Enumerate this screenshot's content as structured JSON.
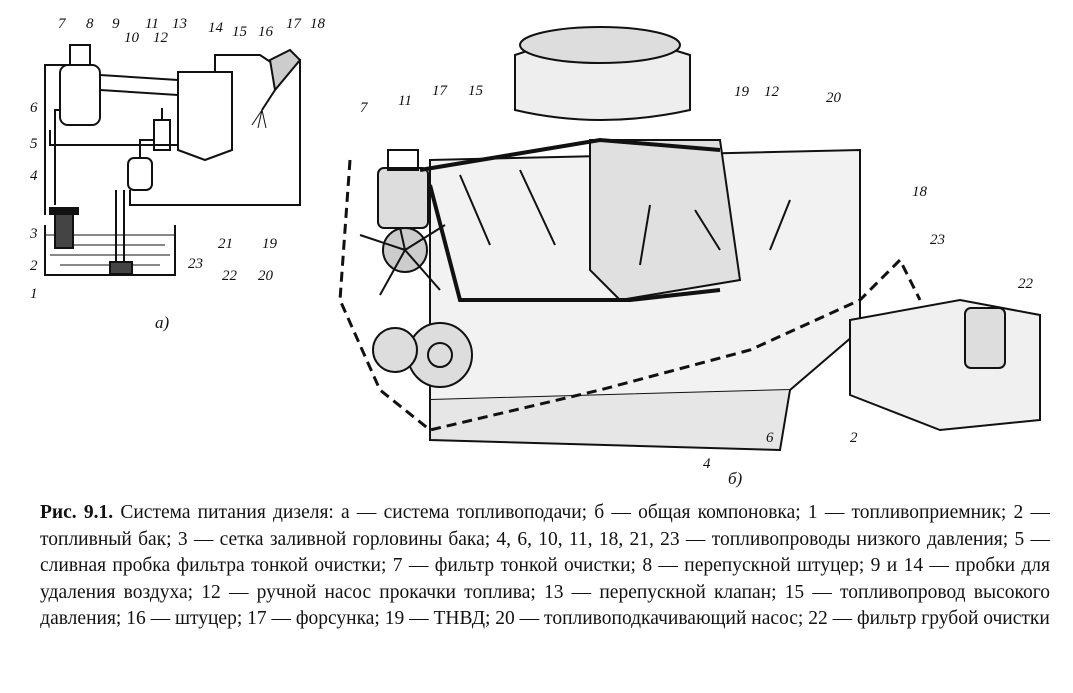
{
  "figure": {
    "sublabel_a": "а)",
    "sublabel_b": "б)",
    "labels_a": [
      "7",
      "8",
      "9",
      "10",
      "11",
      "12",
      "13",
      "14",
      "15",
      "16",
      "17",
      "18",
      "6",
      "5",
      "4",
      "3",
      "2",
      "1",
      "21",
      "23",
      "22",
      "20",
      "19"
    ],
    "labels_b": [
      "7",
      "11",
      "17",
      "15",
      "19",
      "12",
      "20",
      "18",
      "23",
      "22",
      "2",
      "4",
      "6"
    ]
  },
  "caption": {
    "lead": "Рис. 9.1.",
    "text": "Система питания дизеля: а — система топливоподачи; б — общая компоновка; 1 — топливоприемник; 2 — топливный бак; 3 — сетка заливной горловины бака; 4, 6, 10, 11, 18, 21, 23 — топливопроводы низкого давления; 5 — сливная пробка фильтра тонкой очистки; 7 — фильтр тонкой очистки; 8 — перепускной штуцер; 9 и 14 — пробки для удаления воздуха; 12 — ручной насос прокачки топлива; 13 — перепускной клапан; 15 — топливопровод высокого давления; 16 — штуцер; 17 — форсунка; 19 — ТНВД; 20 — топливоподкачивающий насос; 22 — фильтр грубой очистки"
  }
}
